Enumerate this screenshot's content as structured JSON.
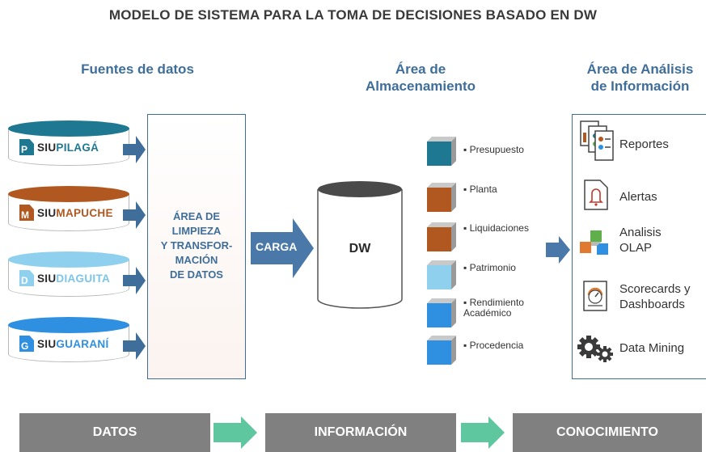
{
  "title": "MODELO DE SISTEMA PARA LA TOMA DE DECISIONES BASADO EN DW",
  "columns": {
    "sources": "Fuentes de datos",
    "storage_line1": "Área de",
    "storage_line2": "Almacenamiento",
    "analysis_line1": "Área de Análisis",
    "analysis_line2": "de Información"
  },
  "sources": [
    {
      "prefix": "SIU",
      "name": "PILAGÁ",
      "letter": "P",
      "color": "#1e7891"
    },
    {
      "prefix": "SIU",
      "name": "MAPUCHE",
      "letter": "M",
      "color": "#b0581f"
    },
    {
      "prefix": "SIU",
      "name": "DIAGUITA",
      "letter": "D",
      "color": "#8fd0ee"
    },
    {
      "prefix": "SIU",
      "name": "GUARANÍ",
      "letter": "G",
      "color": "#2f8fe0"
    }
  ],
  "cleaning": {
    "line1": "ÁREA DE",
    "line2": "LIMPIEZA",
    "line3": "Y TRANSFOR-",
    "line4": "MACIÓN",
    "line5": "DE DATOS"
  },
  "carga_label": "CARGA",
  "dw_label": "DW",
  "storage_items": [
    {
      "label": "▪ Presupuesto",
      "color": "#1e7891"
    },
    {
      "label": "▪ Planta",
      "color": "#b0581f"
    },
    {
      "label": "▪ Liquidaciones",
      "color": "#b0581f"
    },
    {
      "label": "▪ Patrimonio",
      "color": "#8fd0ee"
    },
    {
      "label": "▪ Rendimiento",
      "label2": "Académico",
      "color": "#2f8fe0"
    },
    {
      "label": "▪ Procedencia",
      "color": "#2f8fe0"
    }
  ],
  "analysis_items": [
    {
      "label": "Reportes",
      "icon": "reports-icon"
    },
    {
      "label": "Alertas",
      "icon": "alert-icon"
    },
    {
      "label": "Analisis",
      "label2": "OLAP",
      "icon": "olap-cube-icon"
    },
    {
      "label": "Scorecards y",
      "label2": "Dashboards",
      "icon": "scorecard-icon"
    },
    {
      "label": "Data Mining",
      "icon": "gears-icon"
    }
  ],
  "bottom": {
    "datos": "DATOS",
    "informacion": "INFORMACIÓN",
    "conocimiento": "CONOCIMIENTO"
  },
  "colors": {
    "accent": "#3f6e9a",
    "arrow": "#3f6e9a",
    "bottom_arrow": "#5fc7a0",
    "bottom_box": "#808080"
  }
}
